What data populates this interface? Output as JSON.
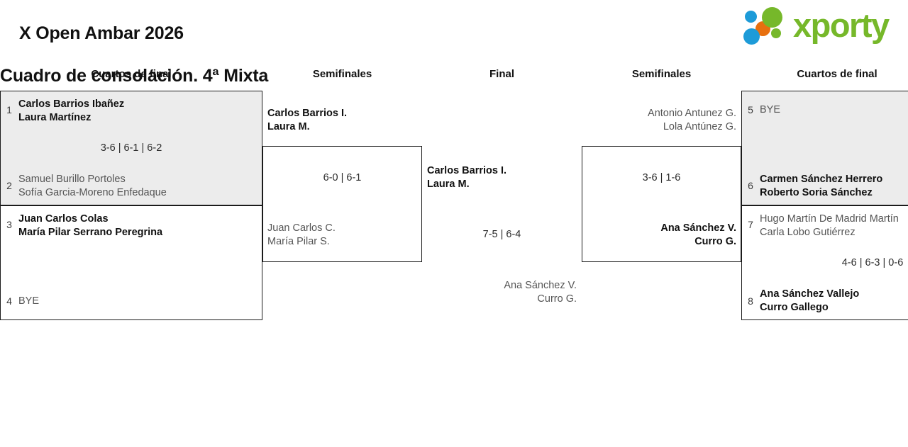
{
  "header": {
    "tournament_title": "X Open Ambar 2026",
    "subtitle": "Cuadro de consolación. 4ª Mixta",
    "logo": {
      "wordmark": "xporty",
      "dot_colors": [
        "#1d9bd8",
        "#e8700f",
        "#76b82a",
        "#76b82a",
        "#1d9bd8"
      ],
      "text_color": "#76b82a"
    }
  },
  "rounds": [
    {
      "id": "qf-left",
      "label": "Cuartos de final"
    },
    {
      "id": "sf-left",
      "label": "Semifinales"
    },
    {
      "id": "final",
      "label": "Final"
    },
    {
      "id": "sf-right",
      "label": "Semifinales"
    },
    {
      "id": "qf-right",
      "label": "Cuartos de final"
    }
  ],
  "matches": {
    "qf1": {
      "shaded": true,
      "top": {
        "seed": "1",
        "line1": "Carlos Barrios Ibañez",
        "line2": "Laura Martínez",
        "winner": true
      },
      "bottom": {
        "seed": "2",
        "line1": "Samuel Burillo Portoles",
        "line2": "Sofía Garcia-Moreno Enfedaque",
        "winner": false
      },
      "score": "3-6 | 6-1 | 6-2"
    },
    "qf2": {
      "shaded": false,
      "top": {
        "seed": "3",
        "line1": "Juan Carlos Colas",
        "line2": "María Pilar Serrano Peregrina",
        "winner": true
      },
      "bottom": {
        "seed": "4",
        "line1": "BYE",
        "line2": "",
        "winner": false
      },
      "score": ""
    },
    "sf1": {
      "top": {
        "line1": "Carlos Barrios I.",
        "line2": "Laura M.",
        "winner": true
      },
      "bottom": {
        "line1": "Juan Carlos C.",
        "line2": "María Pilar S.",
        "winner": false
      },
      "score": "6-0 | 6-1"
    },
    "final": {
      "top": {
        "line1": "Carlos Barrios I.",
        "line2": "Laura M.",
        "winner": true
      },
      "bottom": {
        "line1": "Ana Sánchez V.",
        "line2": "Curro G.",
        "winner": false
      },
      "score": "7-5 | 6-4"
    },
    "sf2": {
      "top": {
        "line1": "Antonio Antunez G.",
        "line2": "Lola Antúnez G.",
        "winner": false
      },
      "bottom": {
        "line1": "Ana Sánchez V.",
        "line2": "Curro G.",
        "winner": true
      },
      "score": "3-6 | 1-6"
    },
    "qf3": {
      "shaded": true,
      "top": {
        "seed": "5",
        "line1": "BYE",
        "line2": "",
        "winner": false
      },
      "bottom": {
        "seed": "6",
        "line1": "Carmen Sánchez Herrero",
        "line2": "Roberto Soria Sánchez",
        "winner": true
      },
      "score": ""
    },
    "qf4": {
      "shaded": false,
      "top": {
        "seed": "7",
        "line1": "Hugo Martín De Madrid Martín",
        "line2": "Carla Lobo Gutiérrez",
        "winner": false
      },
      "bottom": {
        "seed": "8",
        "line1": "Ana Sánchez Vallejo",
        "line2": "Curro Gallego",
        "winner": true
      },
      "score": "4-6 | 6-3 | 0-6"
    }
  }
}
